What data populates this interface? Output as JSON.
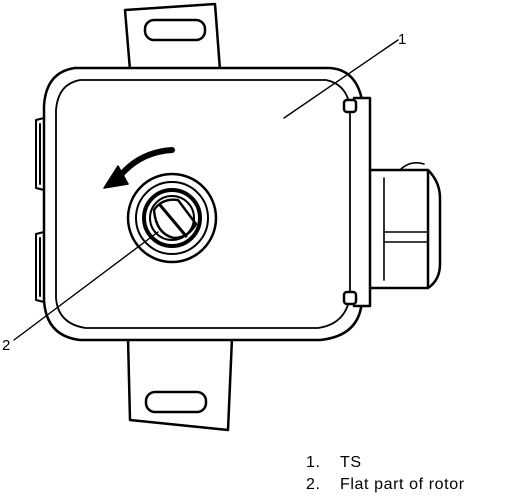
{
  "diagram": {
    "callouts": [
      {
        "number": "1"
      },
      {
        "number": "2"
      }
    ],
    "legend": [
      {
        "number": "1.",
        "text": "TS"
      },
      {
        "number": "2.",
        "text": "Flat part of rotor"
      }
    ]
  }
}
